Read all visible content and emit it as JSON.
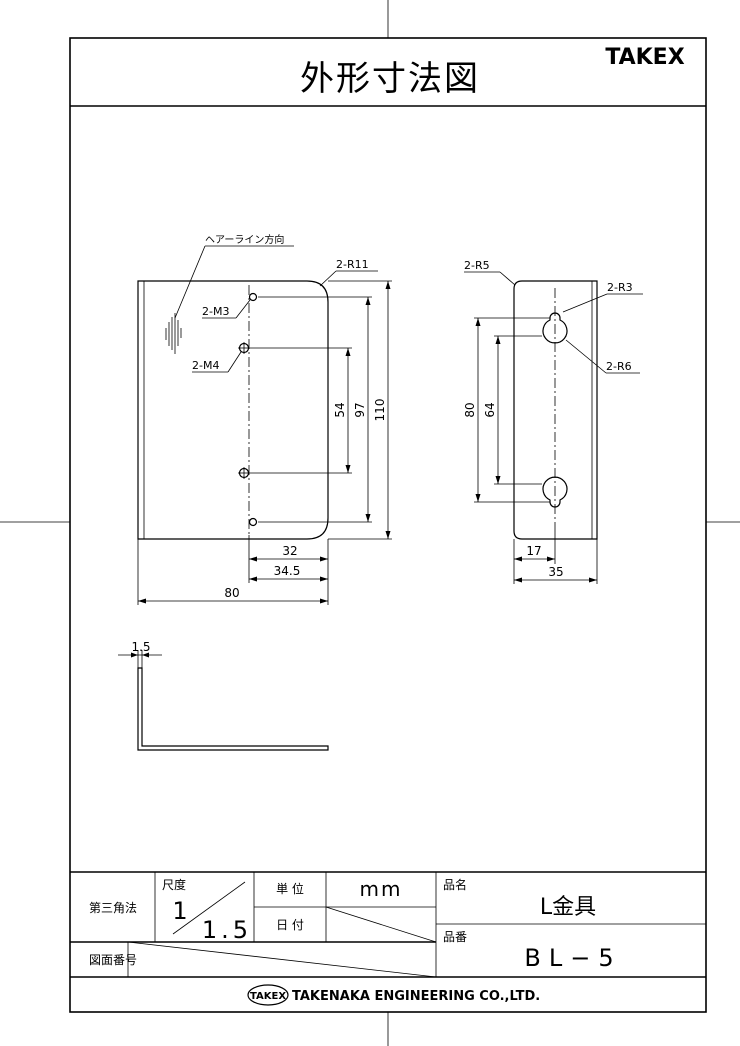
{
  "header": {
    "title": "外形寸法図",
    "brand": "TAKEX"
  },
  "front_view": {
    "annotation_hairline": "ヘアーライン方向",
    "radius_label": "2-R11",
    "hole_m3_label": "2-M3",
    "hole_m4_label": "2-M4",
    "dim_54": "54",
    "dim_97": "97",
    "dim_110": "110",
    "dim_32": "32",
    "dim_34_5": "34.5",
    "dim_80": "80"
  },
  "side_view": {
    "radius_r5": "2-R5",
    "radius_r3": "2-R3",
    "radius_r6": "2-R6",
    "dim_80": "80",
    "dim_64": "64",
    "dim_17": "17",
    "dim_35": "35"
  },
  "profile_view": {
    "thickness": "1.5"
  },
  "title_block": {
    "projection": "第三角法",
    "scale_label": "尺度",
    "scale_num": "1",
    "scale_den": "1.5",
    "unit_label": "単 位",
    "unit_value": "mm",
    "date_label": "日 付",
    "name_label": "品名",
    "name_value": "L金具",
    "part_label": "品番",
    "part_value": "BL−5",
    "drawing_no_label": "図面番号",
    "company_logo": "TAKEX",
    "company_name": "TAKENAKA ENGINEERING CO.,LTD."
  }
}
